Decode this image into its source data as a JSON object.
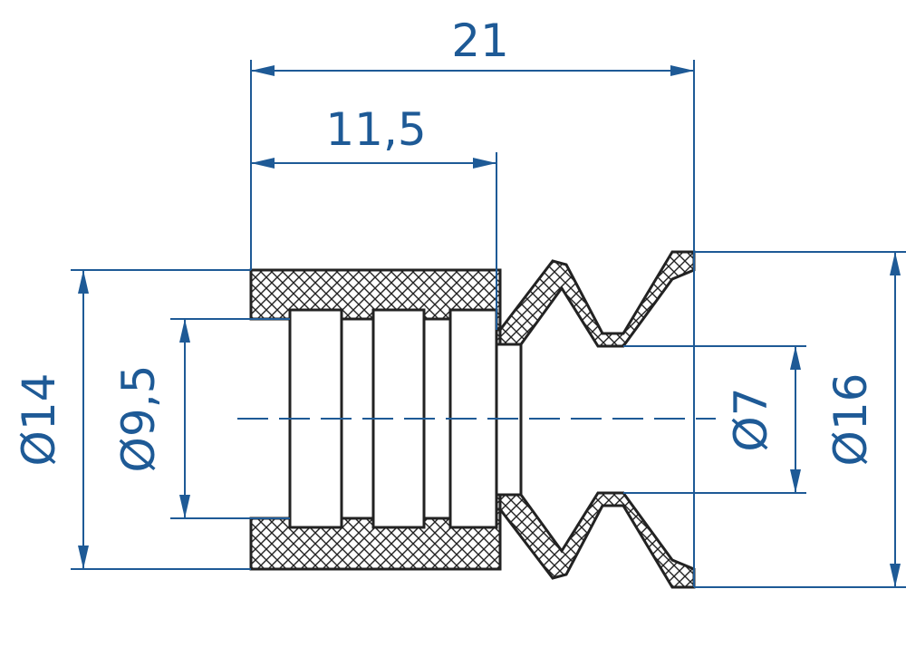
{
  "drawing": {
    "dimensions": {
      "overall_length": "21",
      "body_length": "11,5",
      "outer_diameter_body": "Ø14",
      "inner_diameter_body": "Ø9,5",
      "inner_diameter_bellow": "Ø7",
      "outer_diameter_bellow": "Ø16"
    },
    "colors": {
      "dimension": "#1e5a96",
      "outline": "#222222",
      "hatch": "#222222"
    }
  }
}
